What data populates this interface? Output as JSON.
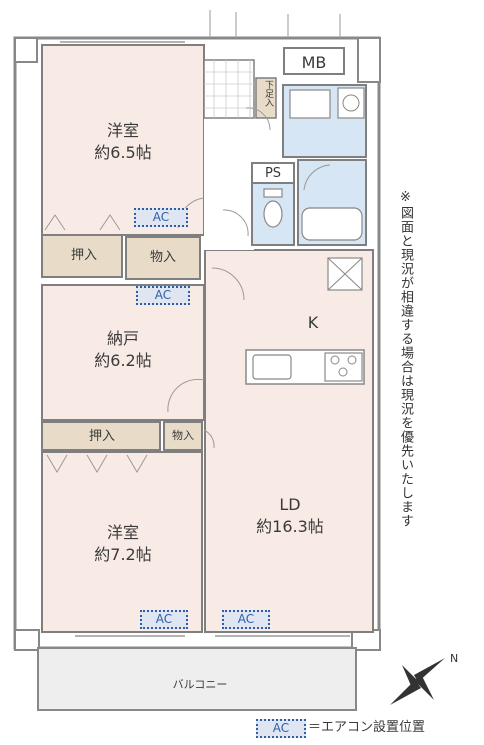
{
  "rooms": {
    "western1": {
      "name": "洋室",
      "size": "約6.5帖"
    },
    "storage": {
      "name": "納戸",
      "size": "約6.2帖"
    },
    "western2": {
      "name": "洋室",
      "size": "約7.2帖"
    },
    "ld": {
      "name": "LD",
      "size": "約16.3帖"
    },
    "kitchen": {
      "name": "K"
    }
  },
  "closets": {
    "oshiire1": "押入",
    "monoire1": "物入",
    "oshiire2": "押入",
    "monoire2": "物入",
    "getabako": "下足入"
  },
  "labels": {
    "mb": "MB",
    "ps": "PS",
    "balcony": "バルコニー"
  },
  "ac": {
    "text": "AC",
    "legend_text": "＝エアコン設置位置"
  },
  "note": "※図面と現況が相違する場合は現況を優先いたします",
  "colors": {
    "room": "#f8ebe5",
    "closet": "#e8dcc8",
    "wet": "#d7e6f5",
    "wall": "#7f7f7f",
    "balcony": "#eeeeee",
    "ac": "#2f5ea8"
  }
}
